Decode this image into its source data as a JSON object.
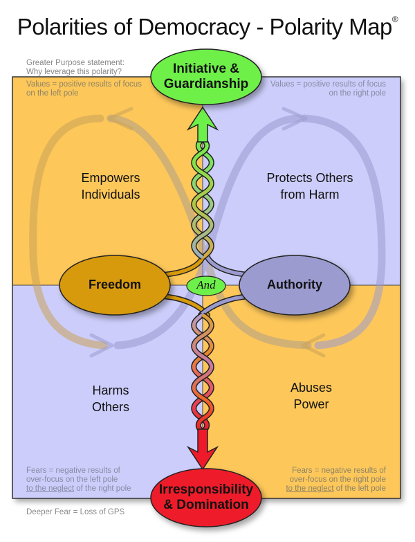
{
  "title": "Polarities of Democracy - Polarity Map",
  "title_mark": "®",
  "greater_purpose": {
    "line1": "Greater Purpose statement:",
    "line2": "Why leverage this polarity?"
  },
  "deeper_fear": "Deeper Fear = Loss of GPS",
  "upper_goal": {
    "line1": "Initiative &",
    "line2": "Guardianship"
  },
  "lower_fear": {
    "line1": "Irresponsibility",
    "line2": "& Domination"
  },
  "and_label": "And",
  "poles": {
    "left": "Freedom",
    "right": "Authority"
  },
  "quadrants": {
    "upper_left": {
      "note1": "Values = positive results of focus",
      "note2": "on the left pole",
      "line1": "Empowers",
      "line2": "Individuals"
    },
    "upper_right": {
      "note1": "Values = positive results of focus",
      "note2": "on the right pole",
      "line1": "Protects Others",
      "line2": "from Harm"
    },
    "lower_left": {
      "note1": "Fears = negative results of",
      "note2": "over-focus on the left pole",
      "note3_u": "to the neglect",
      "note3_rest": " of the right pole",
      "line1": "Harms",
      "line2": "Others"
    },
    "lower_right": {
      "note1": "Fears = negative results of",
      "note2": "over-focus on the right pole",
      "note3_u": "to the neglect",
      "note3_rest": " of the left pole",
      "line1": "Abuses",
      "line2": "Power"
    }
  },
  "colors": {
    "orange_quadrant": "#fdc75a",
    "blue_quadrant": "#cccdfa",
    "freedom_pole": "#d89a0c",
    "authority_pole": "#9b9bd0",
    "upper_goal": "#6ef04a",
    "lower_fear": "#ee1a2a"
  }
}
